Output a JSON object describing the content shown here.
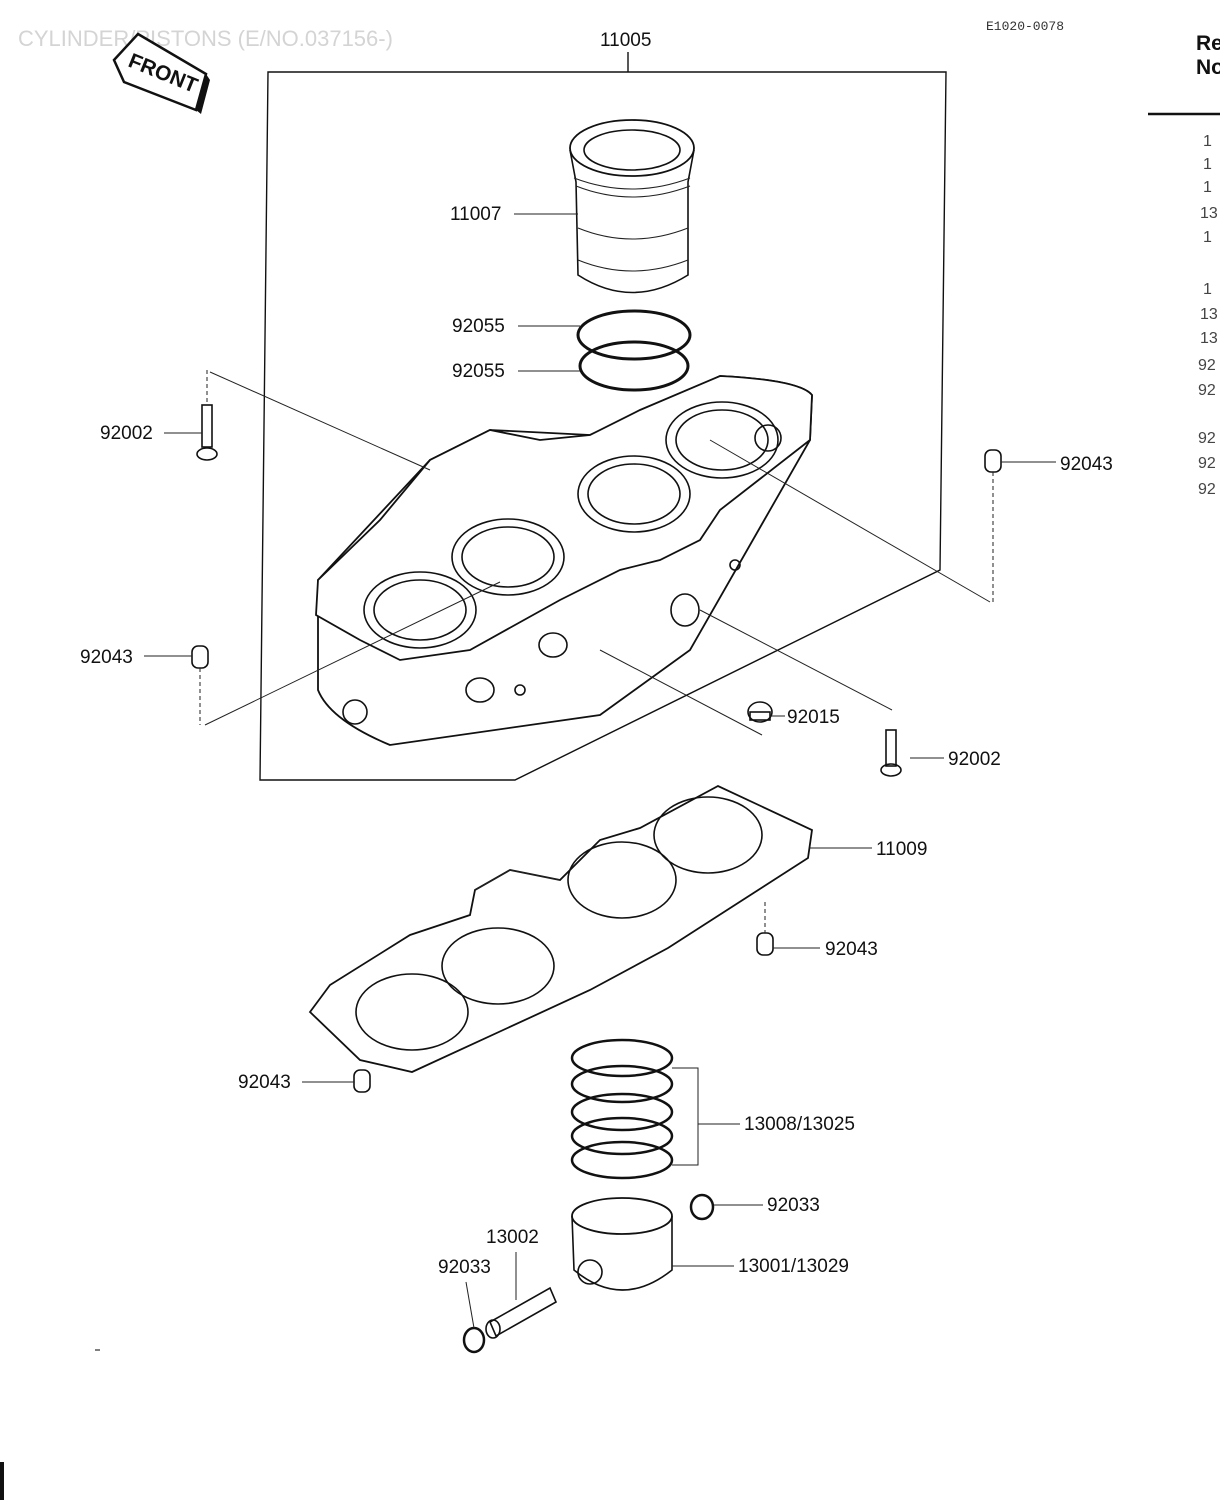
{
  "header": {
    "title_faint": "CYLINDER/PISTONS (E/NO.037156-)",
    "diagram_code": "E1020-0078",
    "front_label": "FRONT"
  },
  "side_panel": {
    "header_line1": "Re",
    "header_line2": "No",
    "fragments": [
      "1",
      "1",
      "1",
      "13",
      "1",
      "1",
      "13",
      "13",
      "92",
      "92",
      "92",
      "92",
      "92"
    ]
  },
  "labels": {
    "p11005": "11005",
    "p11007": "11007",
    "p92055_a": "92055",
    "p92055_b": "92055",
    "p92002_left": "92002",
    "p92043_right": "92043",
    "p92043_left": "92043",
    "p92015": "92015",
    "p92002_right": "92002",
    "p11009": "11009",
    "p92043_mid": "92043",
    "p92043_low": "92043",
    "p13008": "13008/13025",
    "p92033_right": "92033",
    "p13002": "13002",
    "p92033_left": "92033",
    "p13001": "13001/13029"
  }
}
